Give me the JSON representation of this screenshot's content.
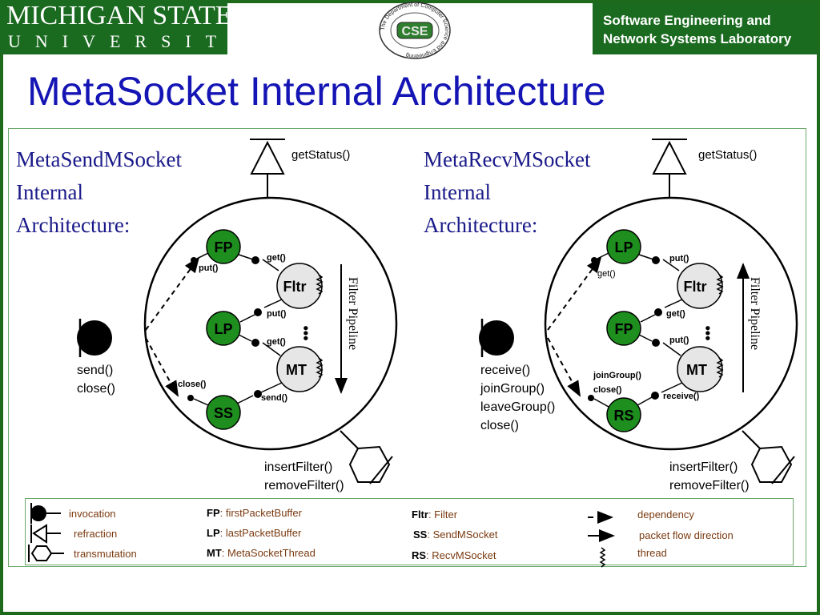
{
  "header": {
    "msu_line1": "MICHIGAN STATE",
    "msu_line2": "UNIVERSITY",
    "lab_line1": "Software Engineering and",
    "lab_line2": "Network Systems Laboratory",
    "seal_text": "CSE",
    "seal_ring": "The Department of Computer Science and Engineering"
  },
  "title": "MetaSocket Internal Architecture",
  "send": {
    "heading": [
      "MetaSendMSocket",
      "Internal",
      "Architecture:"
    ],
    "status": "getStatus()",
    "nodes": {
      "fp": "FP",
      "fltr": "Fltr",
      "lp": "LP",
      "mt": "MT",
      "ss": "SS"
    },
    "labels": {
      "get1": "get()",
      "put": "put()",
      "put2": "put()",
      "get2": "get()",
      "close": "close()",
      "send_node": "send()"
    },
    "dots": "•••",
    "pipeline": "Filter Pipeline",
    "ops": [
      "send()",
      "close()"
    ],
    "filter_ops": [
      "insertFilter()",
      "removeFilter()"
    ]
  },
  "recv": {
    "heading": [
      "MetaRecvMSocket",
      "Internal",
      "Architecture:"
    ],
    "status": "getStatus()",
    "nodes": {
      "lp": "LP",
      "fltr": "Fltr",
      "fp": "FP",
      "mt": "MT",
      "rs": "RS"
    },
    "labels": {
      "put1": "put()",
      "get": "get()",
      "get2": "get()",
      "put2": "put()",
      "join": "joinGroup()",
      "close": "close()",
      "receive_node": "receive()"
    },
    "dots": "•••",
    "pipeline": "Filter Pipeline",
    "ops": [
      "receive()",
      "joinGroup()",
      "leaveGroup()",
      "close()"
    ],
    "filter_ops": [
      "insertFilter()",
      "removeFilter()"
    ]
  },
  "legend": {
    "symbols": [
      "invocation",
      "refraction",
      "transmutation"
    ],
    "abbr1": [
      {
        "key": "FP",
        "desc": ": firstPacketBuffer"
      },
      {
        "key": "LP",
        "desc": ": lastPacketBuffer"
      },
      {
        "key": "MT",
        "desc": ": MetaSocketThread"
      }
    ],
    "abbr2": [
      {
        "key": "Fltr",
        "desc": ": Filter"
      },
      {
        "key": "SS",
        "desc": ": SendMSocket"
      },
      {
        "key": "RS",
        "desc": ": RecvMSocket"
      }
    ],
    "arrows": [
      "dependency",
      "packet flow direction",
      "thread"
    ]
  },
  "colors": {
    "green": "#1a6a1f",
    "node_green": "#1e8f1e",
    "title_blue": "#1515b5",
    "heading_blue": "#1a1a8a",
    "legend_brown": "#7a3a10"
  }
}
